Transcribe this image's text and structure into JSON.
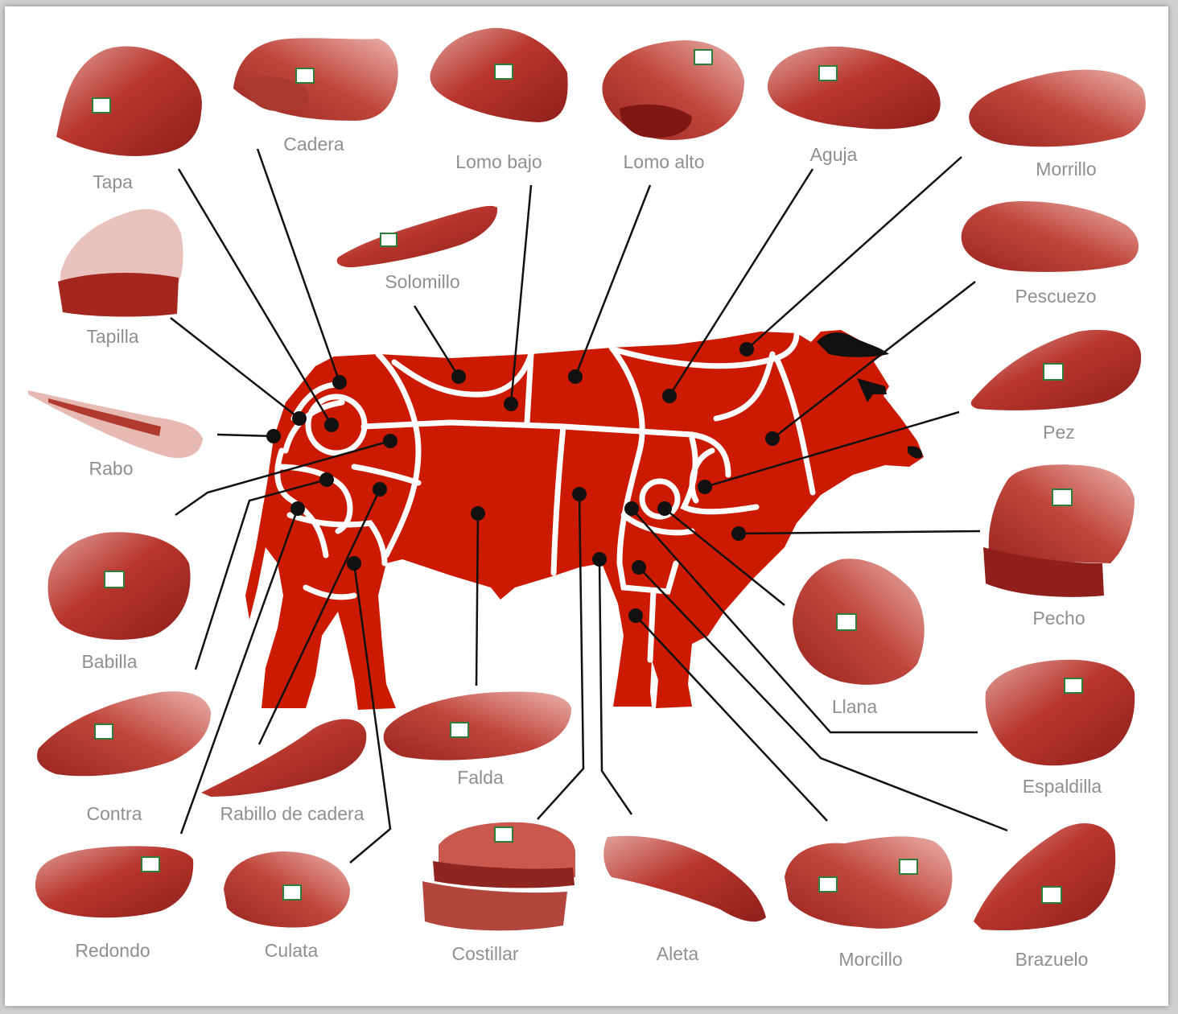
{
  "colors": {
    "cow": "#cc1a00",
    "cow_lines": "#ffffff",
    "leader": "#111111",
    "label": "#8f8f8f",
    "meat_dark": "#a52a24",
    "meat_light": "#d98d86",
    "fat": "#f2d4cf",
    "brand_tag": "#2f7d3a"
  },
  "cuts": {
    "tapa": "Tapa",
    "cadera": "Cadera",
    "lomo_bajo": "Lomo bajo",
    "lomo_alto": "Lomo alto",
    "aguja": "Aguja",
    "morrillo": "Morrillo",
    "solomillo": "Solomillo",
    "pescuezo": "Pescuezo",
    "tapilla": "Tapilla",
    "pez": "Pez",
    "rabo": "Rabo",
    "pecho": "Pecho",
    "babilla": "Babilla",
    "llana": "Llana",
    "espaldilla": "Espaldilla",
    "contra": "Contra",
    "rabillo_de_cadera": "Rabillo de cadera",
    "falda": "Falda",
    "redondo": "Redondo",
    "culata": "Culata",
    "costillar": "Costillar",
    "aleta": "Aleta",
    "morcillo": "Morcillo",
    "brazuelo": "Brazuelo"
  }
}
